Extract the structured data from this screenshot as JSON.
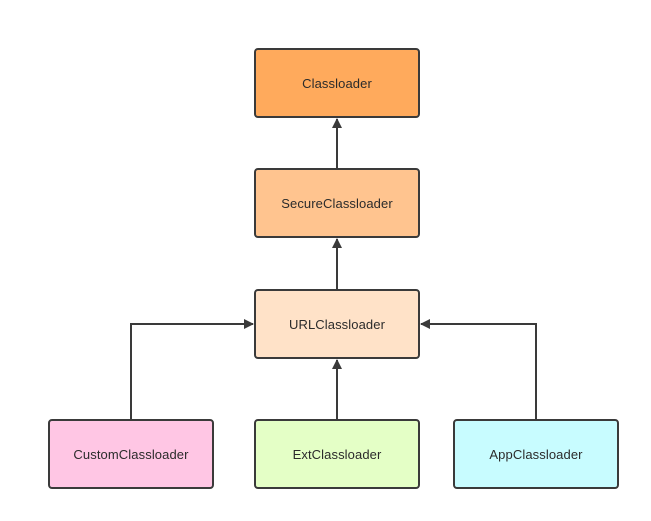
{
  "diagram": {
    "nodes": [
      {
        "id": "classloader",
        "label": "Classloader",
        "fill": "#ffaa5c"
      },
      {
        "id": "secure",
        "label": "SecureClassloader",
        "fill": "#ffc48f"
      },
      {
        "id": "url",
        "label": "URLClassloader",
        "fill": "#ffe2c8"
      },
      {
        "id": "custom",
        "label": "CustomClassloader",
        "fill": "#ffc6e4"
      },
      {
        "id": "ext",
        "label": "ExtClassloader",
        "fill": "#e4ffc6"
      },
      {
        "id": "app",
        "label": "AppClassloader",
        "fill": "#c8fcff"
      }
    ],
    "edges": [
      {
        "from": "secure",
        "to": "classloader"
      },
      {
        "from": "url",
        "to": "secure"
      },
      {
        "from": "custom",
        "to": "url"
      },
      {
        "from": "ext",
        "to": "url"
      },
      {
        "from": "app",
        "to": "url"
      }
    ],
    "line_color": "#3a3a3a"
  }
}
